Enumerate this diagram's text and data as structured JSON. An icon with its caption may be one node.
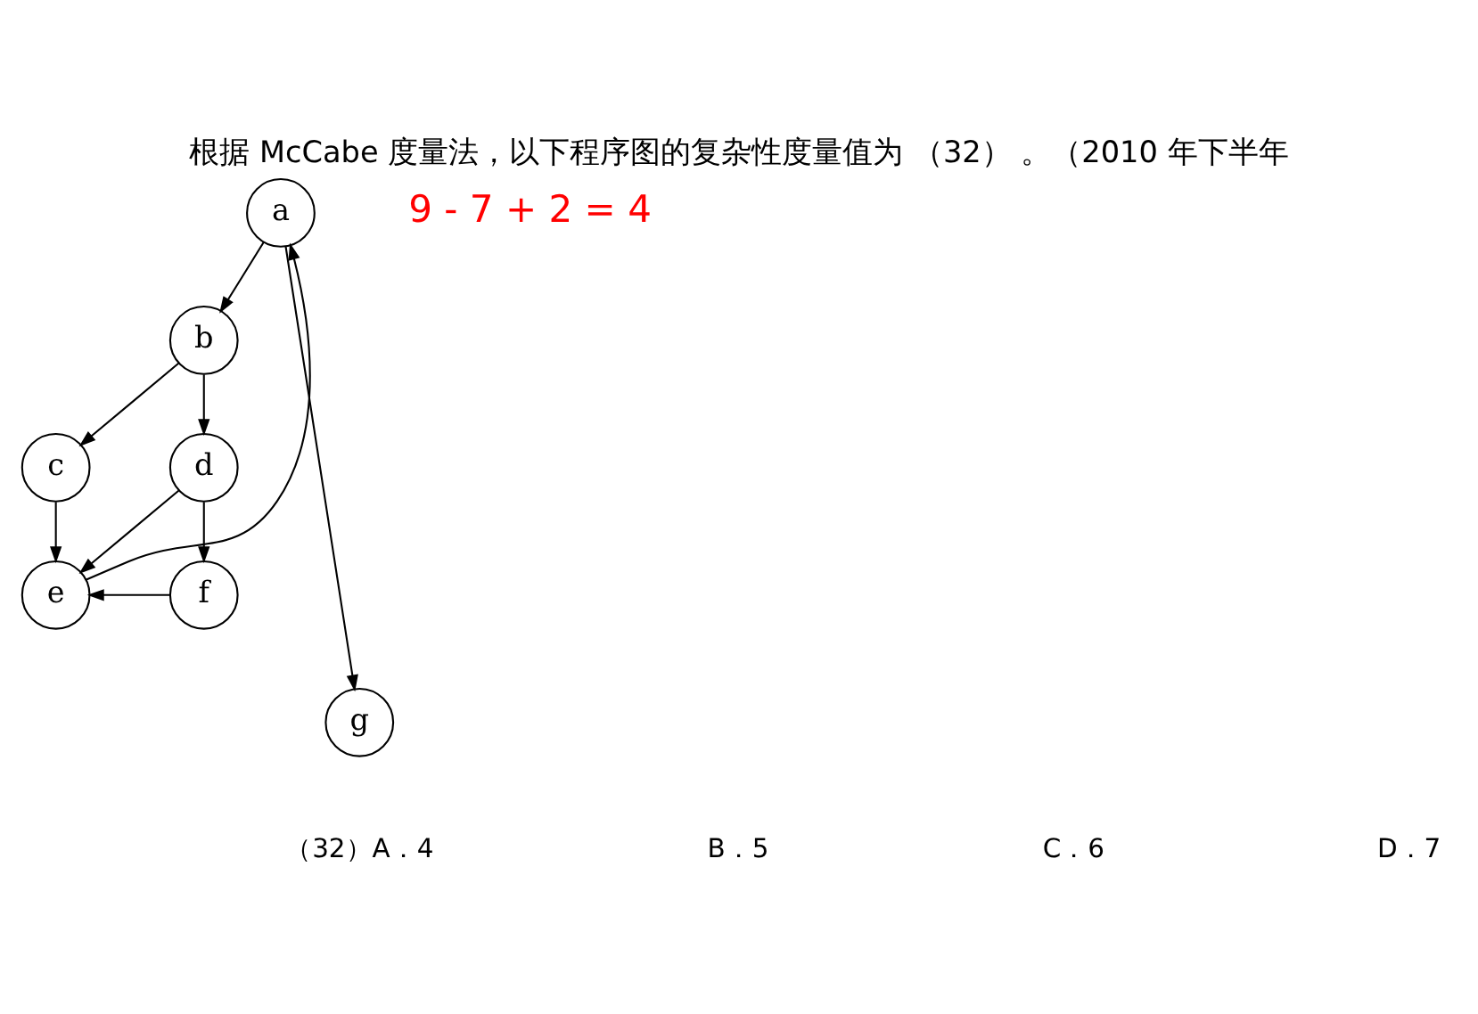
{
  "diagram": {
    "title": "根据 McCabe 度量法，以下程序图的复杂性度量值为 （32） 。（2010 年下半年",
    "nodes": [
      {
        "text": [
          "a"
        ]
      },
      {
        "text": [
          "b"
        ]
      },
      {
        "text": [
          "c"
        ]
      },
      {
        "text": [
          "d"
        ]
      },
      {
        "text": [
          "e"
        ]
      },
      {
        "text": [
          "f"
        ]
      },
      {
        "text": [
          "g"
        ]
      }
    ],
    "edges": [
      {
        "from": 0,
        "to": 1,
        "arrow": "to"
      },
      {
        "from": 1,
        "to": 2,
        "arrow": "to"
      },
      {
        "from": 1,
        "to": 3,
        "arrow": "to"
      },
      {
        "from": 2,
        "to": 4,
        "arrow": "to"
      },
      {
        "from": 3,
        "to": 4,
        "arrow": "to"
      },
      {
        "from": 3,
        "to": 5,
        "arrow": "to"
      },
      {
        "from": 5,
        "to": 4,
        "arrow": "to"
      },
      {
        "from": 4,
        "to": 0,
        "arrow": "to"
      },
      {
        "from": 0,
        "to": 6,
        "arrow": "to"
      }
    ],
    "labels": [
      "9 - 7 + 2 = 4",
      "（32）A．4",
      "B．5",
      "C．6",
      "D．7"
    ]
  }
}
